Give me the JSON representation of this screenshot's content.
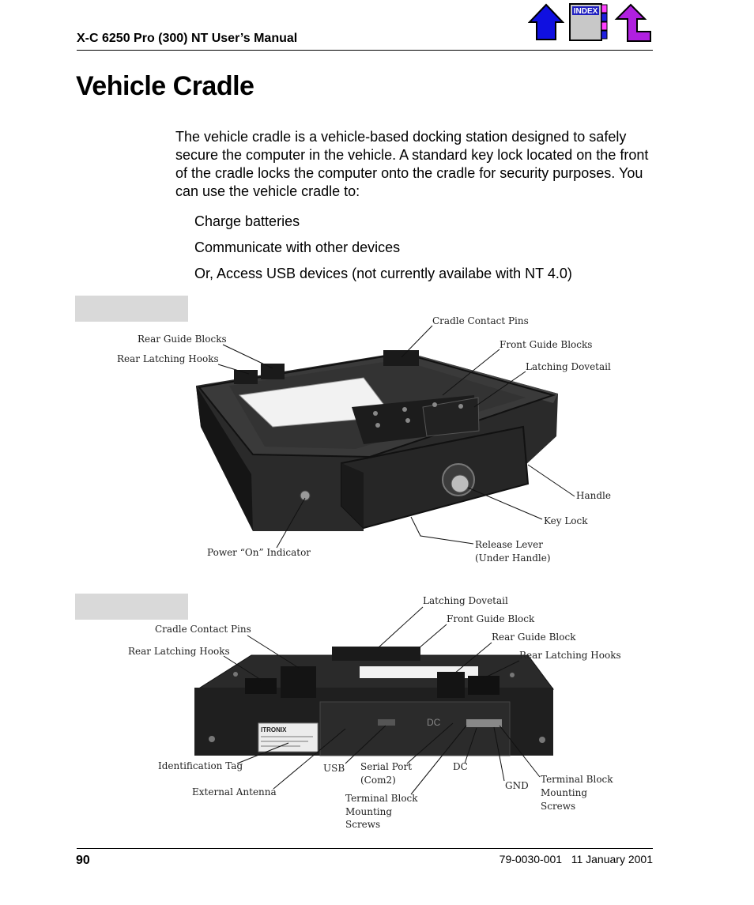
{
  "header": {
    "title": "X-C 6250 Pro (300) NT User’s Manual",
    "nav": {
      "home_icon": "home-arrow-icon",
      "index_label": "INDEX",
      "back_icon": "back-arrow-icon"
    }
  },
  "page_title": "Vehicle Cradle",
  "intro": "The vehicle cradle is a vehicle-based docking station designed to safely secure the computer in the vehicle. A standard key lock located on the front of the cradle locks the computer onto the cradle for security purposes. You can use the vehicle cradle to:",
  "uses": [
    "Charge batteries",
    "Communicate with other devices",
    "Or, Access USB devices (not currently availabe with NT 4.0)"
  ],
  "figure_top": {
    "callouts": {
      "cradle_contact_pins": "Cradle Contact Pins",
      "rear_guide_blocks": "Rear Guide Blocks",
      "front_guide_blocks": "Front Guide Blocks",
      "rear_latching_hooks": "Rear Latching Hooks",
      "latching_dovetail": "Latching Dovetail",
      "handle": "Handle",
      "key_lock": "Key Lock",
      "release_lever_1": "Release Lever",
      "release_lever_2": "(Under Handle)",
      "power_indicator": "Power “On” Indicator"
    }
  },
  "figure_bottom": {
    "callouts": {
      "latching_dovetail": "Latching Dovetail",
      "front_guide_block": "Front Guide Block",
      "cradle_contact_pins": "Cradle Contact Pins",
      "rear_guide_block": "Rear Guide Block",
      "rear_latching_hooks_left": "Rear Latching Hooks",
      "rear_latching_hooks_right": "Rear Latching Hooks",
      "identification_tag": "Identification Tag",
      "usb": "USB",
      "serial_port_1": "Serial Port",
      "serial_port_2": "(Com2)",
      "dc": "DC",
      "terminal_block_right_1": "Terminal Block",
      "terminal_block_right_2": "Mounting",
      "terminal_block_right_3": "Screws",
      "gnd": "GND",
      "external_antenna": "External Antenna",
      "terminal_block_mid_1": "Terminal Block",
      "terminal_block_mid_2": "Mounting",
      "terminal_block_mid_3": "Screws"
    },
    "tag_text": "ITRONIX",
    "port_text": "DC"
  },
  "footer": {
    "page_number": "90",
    "doc_ref": "79-0030-001   11 January 2001"
  }
}
